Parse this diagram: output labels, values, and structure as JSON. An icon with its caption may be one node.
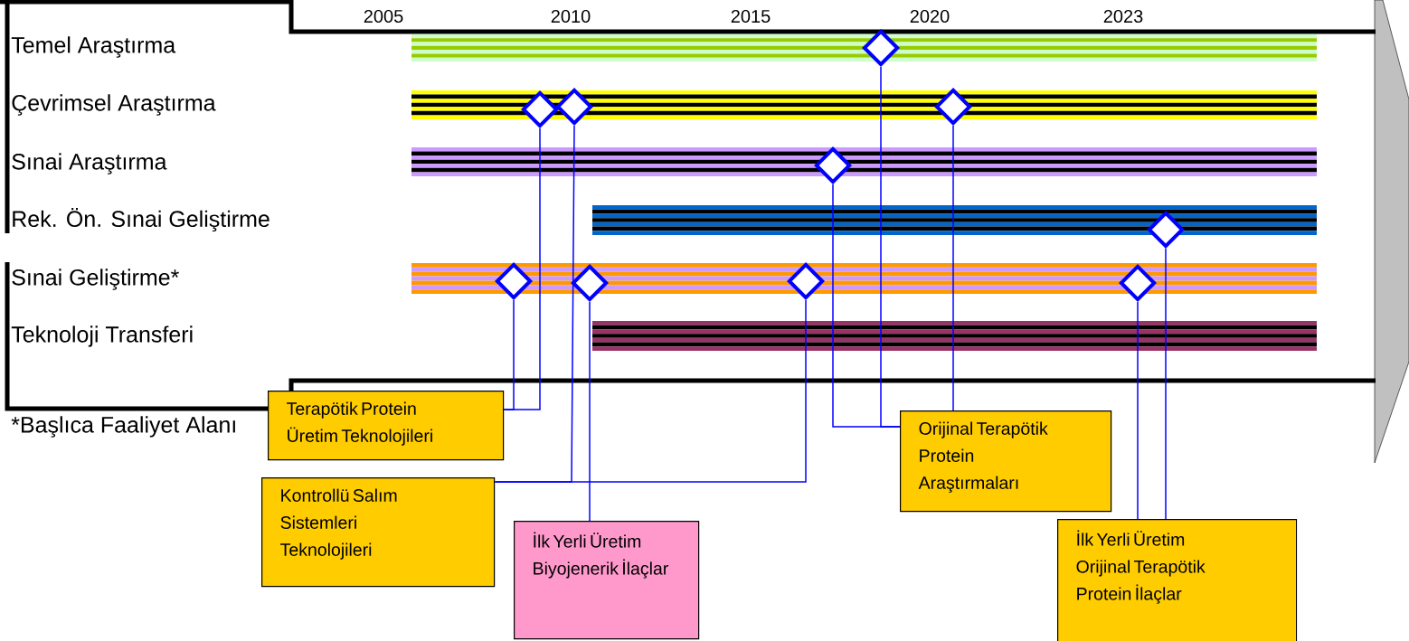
{
  "diagram": {
    "nodes": [
      {
        "text": [],
        "shape": "diamond"
      },
      {
        "text": [],
        "shape": "diamond"
      },
      {
        "text": [],
        "shape": "diamond"
      },
      {
        "text": [],
        "shape": "diamond"
      },
      {
        "text": [],
        "shape": "diamond"
      },
      {
        "text": [],
        "shape": "diamond"
      },
      {
        "text": [],
        "shape": "diamond"
      },
      {
        "text": [],
        "shape": "diamond"
      },
      {
        "text": [],
        "shape": "diamond"
      },
      {
        "text": [],
        "shape": "diamond"
      },
      {
        "text": [
          "Terapötik Protein Üretim Teknolojileri"
        ]
      },
      {
        "text": [
          "Kontrollü Salım Sistemleri Teknolojileri"
        ]
      },
      {
        "text": [
          "Orijinal Terapötik Protein Araştırmaları"
        ]
      },
      {
        "text": [
          "İlk Yerli Üretim Biyojenerik İlaçlar"
        ]
      },
      {
        "text": [
          "İlk Yerli Üretim Orijinal Terapötik Protein İlaçlar"
        ]
      }
    ],
    "edges": [
      {
        "from": 6,
        "to": 10,
        "arrow": "none"
      },
      {
        "from": 1,
        "to": 10,
        "arrow": "none"
      },
      {
        "from": 2,
        "to": 11,
        "arrow": "none"
      },
      {
        "from": 8,
        "to": 11,
        "arrow": "none"
      },
      {
        "from": 7,
        "to": 13,
        "arrow": "none"
      },
      {
        "from": 4,
        "to": 12,
        "arrow": "none"
      },
      {
        "from": 0,
        "to": 12,
        "arrow": "none"
      },
      {
        "from": 3,
        "to": 12,
        "arrow": "none"
      },
      {
        "from": 9,
        "to": 14,
        "arrow": "none"
      },
      {
        "from": 5,
        "to": 14,
        "arrow": "none"
      }
    ],
    "labels": [
      "2005",
      "2010",
      "2015",
      "2020",
      "2023",
      "Temel Araştırma",
      "Çevrimsel Araştırma",
      "Sınai Araştırma",
      "Rek. Ön. Sınai Geliştirme",
      "Sınai Geliştirme*",
      "Teknoloji Transferi",
      "*Başlıca Faaliyet Alanı"
    ]
  }
}
